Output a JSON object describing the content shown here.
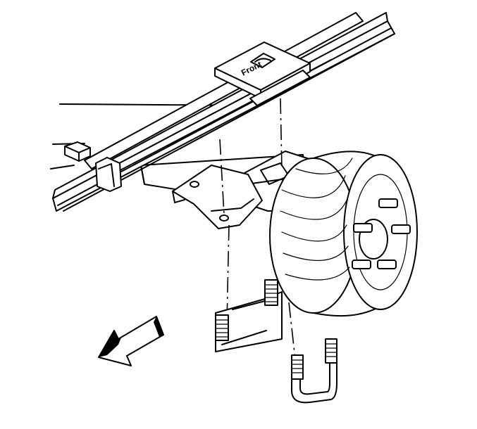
{
  "figure": {
    "parts": [
      {
        "name": "leaf-spring"
      },
      {
        "name": "spring-clip"
      },
      {
        "name": "spring-spacer"
      },
      {
        "name": "spring-anchor-plate"
      },
      {
        "name": "axle-housing"
      },
      {
        "name": "brake-drum"
      },
      {
        "name": "wheel-studs"
      },
      {
        "name": "u-bolts"
      },
      {
        "name": "u-bolt-nuts"
      },
      {
        "name": "direction-arrow"
      }
    ],
    "stamp_text": "Front",
    "arrow_direction": "front"
  }
}
